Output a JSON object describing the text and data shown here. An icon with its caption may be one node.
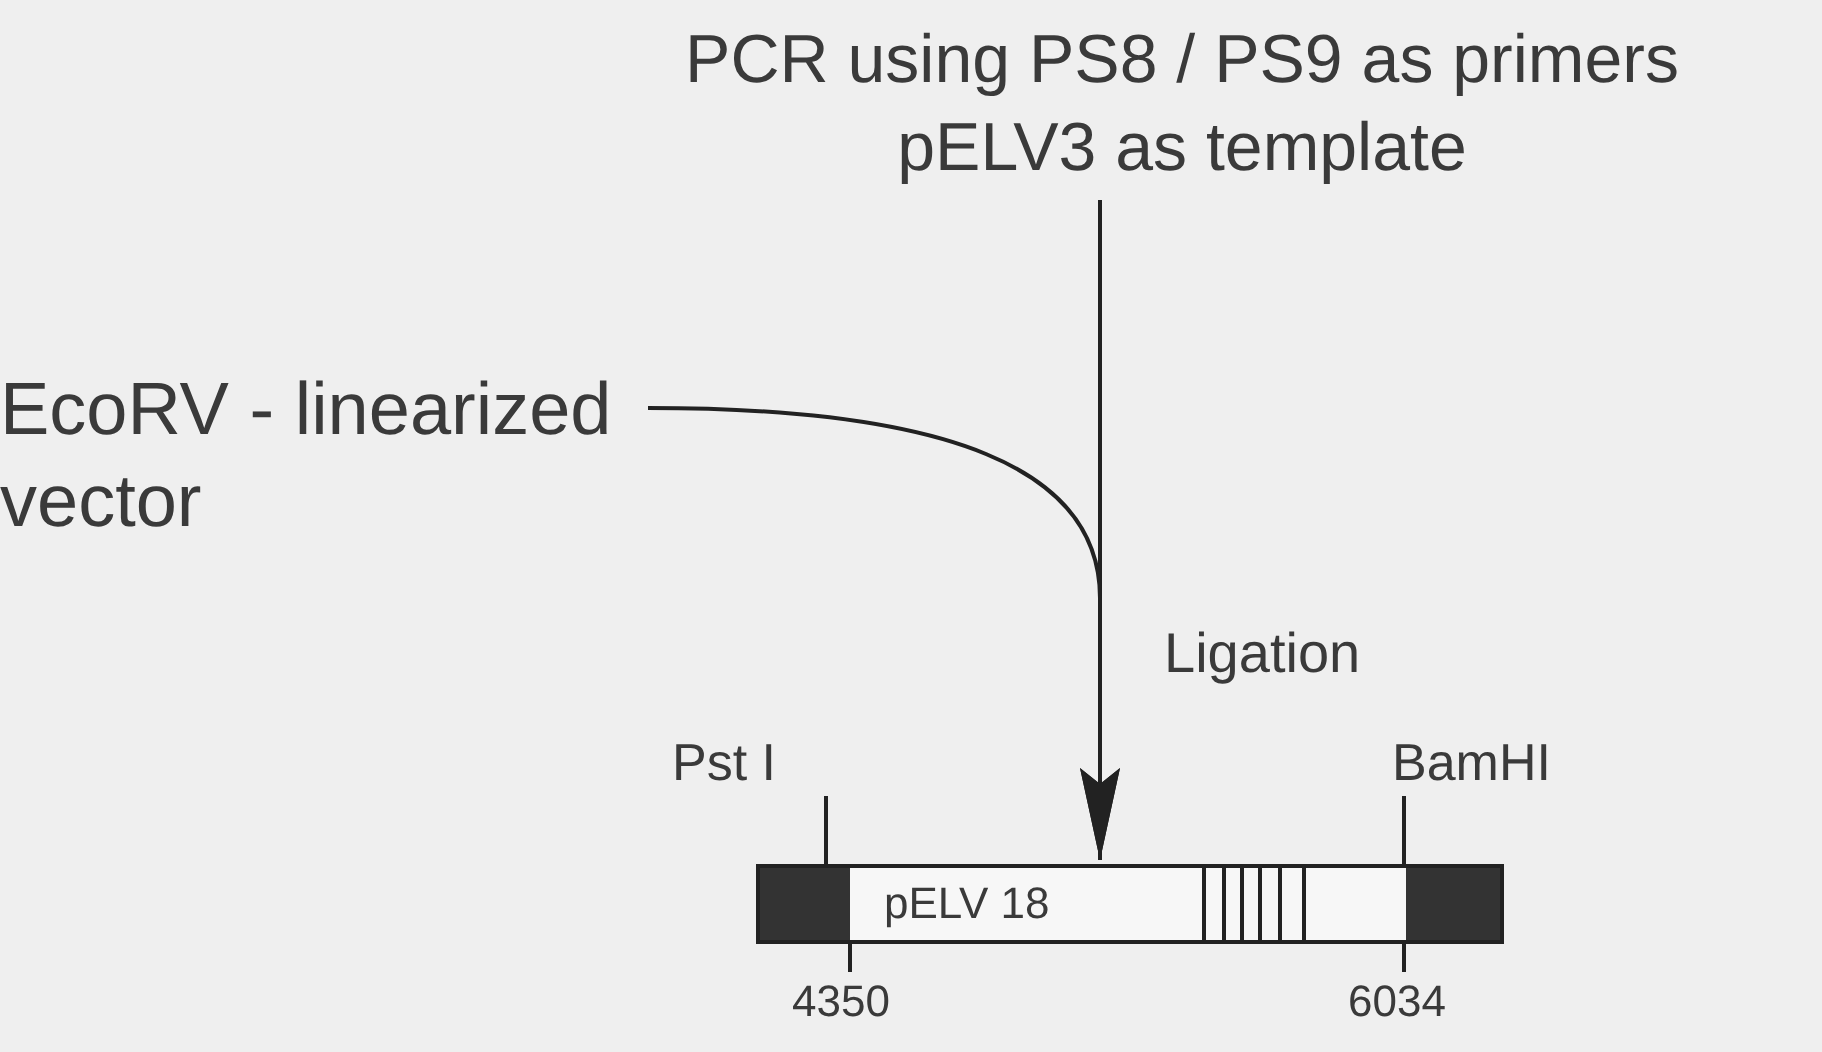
{
  "diagram": {
    "nodes": [
      {
        "text": [
          "PCR using PS8 / PS9 as primers pELV3 as template"
        ]
      },
      {
        "text": [
          "EcoRV - linearized vector"
        ]
      },
      {
        "text": [
          "pELV 18"
        ]
      }
    ],
    "edges": [
      {
        "from": 0,
        "to": 2,
        "arrow": "to",
        "label": "Ligation"
      },
      {
        "from": 1,
        "to": 2,
        "arrow": "to"
      }
    ],
    "labels": [
      "Pst I",
      "BamHI",
      "4350",
      "6034"
    ]
  }
}
